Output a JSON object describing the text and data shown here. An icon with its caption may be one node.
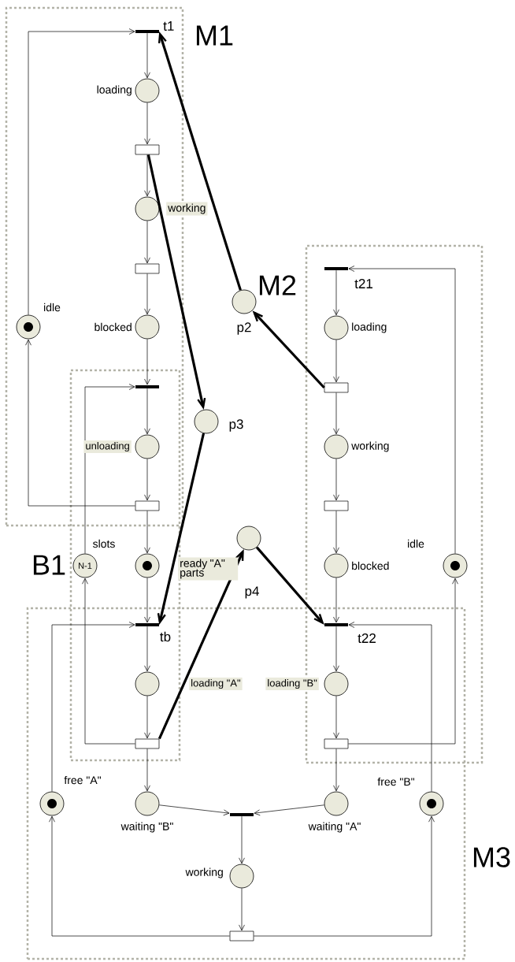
{
  "diagram": {
    "nodes": [
      {
        "text": [
          "M1"
        ]
      },
      {
        "text": [],
        "shape": "bar",
        "in": 0,
        "beside": [
          "t1"
        ]
      },
      {
        "text": [],
        "shape": "circle",
        "in": 0,
        "beside": [
          "loading"
        ]
      },
      {
        "text": [],
        "shape": "box",
        "in": 0
      },
      {
        "text": [],
        "shape": "circle",
        "in": 0,
        "beside": [
          "working"
        ]
      },
      {
        "text": [],
        "shape": "box",
        "in": 0
      },
      {
        "text": [],
        "shape": "circle",
        "in": 0,
        "beside": [
          "blocked"
        ]
      },
      {
        "text": [],
        "shape": "circle",
        "in": 0,
        "beside": [
          "idle"
        ]
      },
      {
        "text": [
          "B1"
        ]
      },
      {
        "text": [],
        "shape": "bar"
      },
      {
        "text": [],
        "shape": "circle",
        "beside": [
          "unloading"
        ]
      },
      {
        "text": [],
        "shape": "box"
      },
      {
        "text": [
          "N-1"
        ],
        "in": 8,
        "beside": [
          "slots"
        ]
      },
      {
        "text": [],
        "shape": "circle",
        "in": 8,
        "beside": [
          "ready \"A\" parts"
        ]
      },
      {
        "text": [],
        "shape": "circle",
        "beside": [
          "p2"
        ]
      },
      {
        "text": [],
        "shape": "circle",
        "beside": [
          "p3"
        ]
      },
      {
        "text": [
          "M2"
        ]
      },
      {
        "text": [],
        "shape": "bar",
        "in": 16,
        "beside": [
          "t21"
        ]
      },
      {
        "text": [],
        "shape": "circle",
        "in": 16,
        "beside": [
          "loading"
        ]
      },
      {
        "text": [],
        "shape": "box",
        "in": 16
      },
      {
        "text": [],
        "shape": "circle",
        "in": 16,
        "beside": [
          "working"
        ]
      },
      {
        "text": [],
        "shape": "box",
        "in": 16
      },
      {
        "text": [],
        "shape": "circle",
        "in": 16,
        "beside": [
          "blocked"
        ]
      },
      {
        "text": [],
        "shape": "circle",
        "in": 16,
        "beside": [
          "idle"
        ]
      },
      {
        "text": [],
        "shape": "circle",
        "beside": [
          "p4"
        ]
      },
      {
        "text": [
          "M3"
        ]
      },
      {
        "text": [],
        "shape": "bar",
        "beside": [
          "tb"
        ]
      },
      {
        "text": [],
        "shape": "circle",
        "beside": [
          "loading \"A\""
        ]
      },
      {
        "text": [],
        "shape": "box"
      },
      {
        "text": [],
        "shape": "bar",
        "beside": [
          "t22"
        ]
      },
      {
        "text": [],
        "shape": "circle",
        "beside": [
          "loading \"B\""
        ]
      },
      {
        "text": [],
        "shape": "box"
      },
      {
        "text": [],
        "shape": "circle",
        "in": 25,
        "beside": [
          "free \"A\""
        ]
      },
      {
        "text": [],
        "shape": "circle",
        "in": 25,
        "beside": [
          "waiting \"B\""
        ]
      },
      {
        "text": [],
        "shape": "bar",
        "in": 25
      },
      {
        "text": [],
        "shape": "circle",
        "in": 25,
        "beside": [
          "waiting \"A\""
        ]
      },
      {
        "text": [],
        "shape": "circle",
        "in": 25,
        "beside": [
          "free \"B\""
        ]
      },
      {
        "text": [],
        "shape": "circle",
        "in": 25,
        "beside": [
          "working"
        ]
      },
      {
        "text": [],
        "shape": "box",
        "in": 25
      }
    ],
    "edges": [
      {
        "from": 7,
        "to": 1,
        "arrow": "to"
      },
      {
        "from": 1,
        "to": 2,
        "arrow": "to"
      },
      {
        "from": 2,
        "to": 3,
        "arrow": "to"
      },
      {
        "from": 3,
        "to": 4,
        "arrow": "to"
      },
      {
        "from": 4,
        "to": 5,
        "arrow": "to"
      },
      {
        "from": 5,
        "to": 6,
        "arrow": "to"
      },
      {
        "from": 6,
        "to": 9,
        "arrow": "to"
      },
      {
        "from": 9,
        "to": 10,
        "arrow": "to"
      },
      {
        "from": 10,
        "to": 11,
        "arrow": "to"
      },
      {
        "from": 11,
        "to": 7,
        "arrow": "to"
      },
      {
        "from": 11,
        "to": 13,
        "arrow": "to"
      },
      {
        "from": 12,
        "to": 9,
        "arrow": "to"
      },
      {
        "from": 13,
        "to": 26,
        "arrow": "to"
      },
      {
        "from": 26,
        "to": 27,
        "arrow": "to"
      },
      {
        "from": 27,
        "to": 28,
        "arrow": "to"
      },
      {
        "from": 28,
        "to": 12,
        "arrow": "to"
      },
      {
        "from": 28,
        "to": 33,
        "arrow": "to"
      },
      {
        "from": 3,
        "to": 15,
        "arrow": "to",
        "style": "thick"
      },
      {
        "from": 15,
        "to": 26,
        "arrow": "to",
        "style": "thick"
      },
      {
        "from": 14,
        "to": 1,
        "arrow": "to",
        "style": "thick"
      },
      {
        "from": 19,
        "to": 14,
        "arrow": "to",
        "style": "thick"
      },
      {
        "from": 28,
        "to": 24,
        "arrow": "to",
        "style": "thick"
      },
      {
        "from": 24,
        "to": 29,
        "arrow": "to",
        "style": "thick"
      },
      {
        "from": 17,
        "to": 18,
        "arrow": "to"
      },
      {
        "from": 18,
        "to": 19,
        "arrow": "to"
      },
      {
        "from": 19,
        "to": 20,
        "arrow": "to"
      },
      {
        "from": 20,
        "to": 21,
        "arrow": "to"
      },
      {
        "from": 21,
        "to": 22,
        "arrow": "to"
      },
      {
        "from": 22,
        "to": 29,
        "arrow": "to"
      },
      {
        "from": 29,
        "to": 30,
        "arrow": "to"
      },
      {
        "from": 30,
        "to": 31,
        "arrow": "to"
      },
      {
        "from": 31,
        "to": 35,
        "arrow": "to"
      },
      {
        "from": 31,
        "to": 23,
        "arrow": "to"
      },
      {
        "from": 23,
        "to": 17,
        "arrow": "to"
      },
      {
        "from": 32,
        "to": 26,
        "arrow": "to"
      },
      {
        "from": 33,
        "to": 34,
        "arrow": "to"
      },
      {
        "from": 35,
        "to": 34,
        "arrow": "to"
      },
      {
        "from": 34,
        "to": 37,
        "arrow": "to"
      },
      {
        "from": 37,
        "to": 38,
        "arrow": "to"
      },
      {
        "from": 38,
        "to": 32,
        "arrow": "to"
      },
      {
        "from": 38,
        "to": 36,
        "arrow": "to"
      },
      {
        "from": 36,
        "to": 29,
        "arrow": "to"
      }
    ]
  }
}
